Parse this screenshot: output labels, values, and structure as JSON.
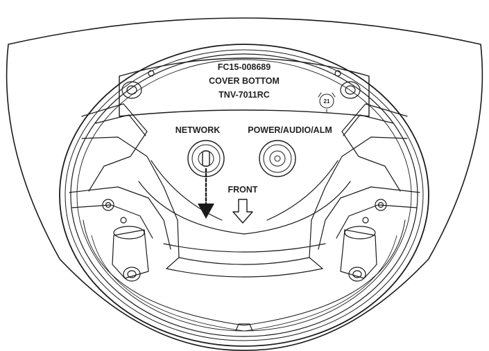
{
  "diagram": {
    "part_code": "FC15-008689",
    "part_name": "COVER BOTTOM",
    "model": "TNV-7011RC",
    "ports": {
      "network": "NETWORK",
      "power": "POWER/AUDIO/ALM"
    },
    "front_label": "FRONT",
    "material_mark": "21"
  }
}
